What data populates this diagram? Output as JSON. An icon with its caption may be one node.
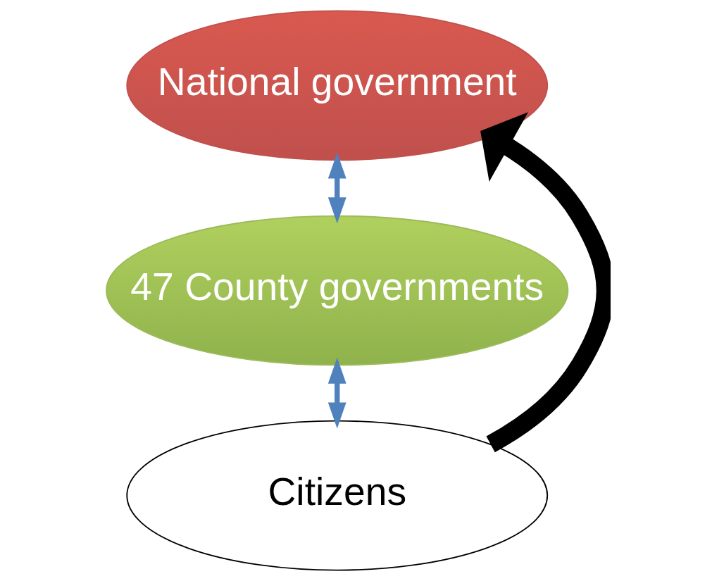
{
  "diagram": {
    "nodes": [
      {
        "text": [
          "National government"
        ]
      },
      {
        "text": [
          "47 County governments"
        ]
      },
      {
        "text": [
          "Citizens"
        ]
      }
    ],
    "edges": [
      {
        "from": 0,
        "to": 1,
        "arrow": "both"
      },
      {
        "from": 1,
        "to": 2,
        "arrow": "both"
      },
      {
        "from": 2,
        "to": 0,
        "arrow": "to",
        "style": "thick",
        "color": "#000000"
      }
    ]
  }
}
